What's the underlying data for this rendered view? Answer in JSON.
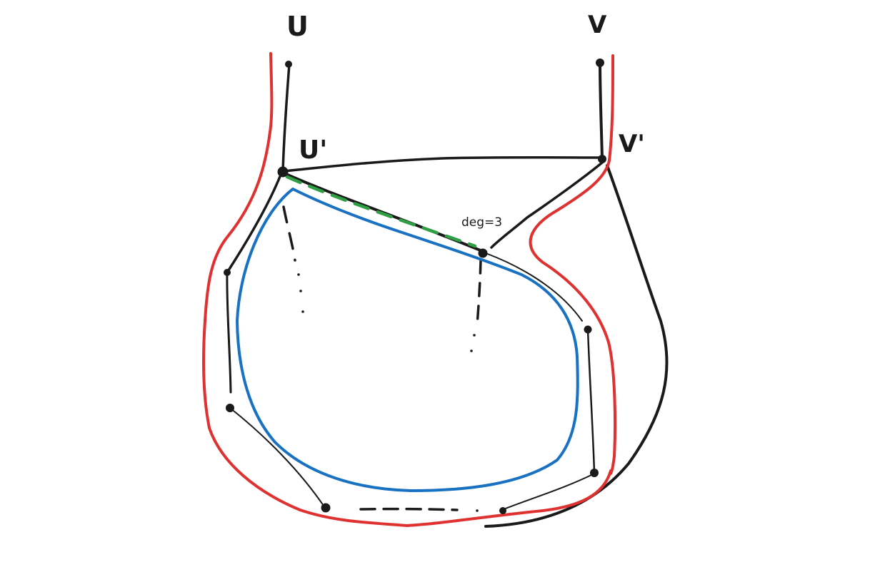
{
  "labels": {
    "u": "U",
    "v": "V",
    "u_prime": "U'",
    "v_prime": "V'",
    "degree_note": "deg=3"
  },
  "colors": {
    "graph_edges": "#1a1a1a",
    "red_outer_path": "#e03131",
    "blue_inner_cycle": "#1971c2",
    "green_dashed_edge": "#2f9e44",
    "background": "#ffffff"
  }
}
